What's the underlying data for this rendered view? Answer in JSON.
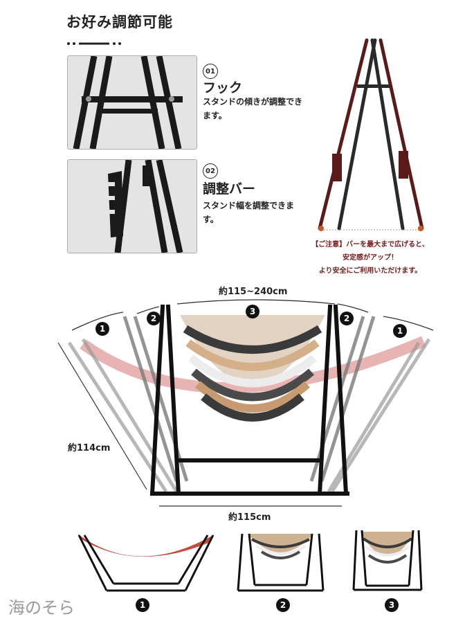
{
  "title": "お好み調節可能",
  "features": [
    {
      "num": "01",
      "title": "フック",
      "desc": "スタンドの傾きが調整できます。"
    },
    {
      "num": "02",
      "title": "調整バー",
      "desc": "スタンド幅を調整できます。"
    }
  ],
  "caution": {
    "line1": "【ご注意】バーを最大まで広げると、",
    "line2": "安定感がアップ！",
    "line3": "より安全にご利用いただけます。"
  },
  "dimensions": {
    "top": "約115~240cm",
    "height": "約114cm",
    "bottom": "約115cm"
  },
  "positions": [
    "1",
    "2",
    "3"
  ],
  "colors": {
    "frame": "#1a1a1a",
    "accent_red": "#b03030",
    "caution_text": "#7a1a1a"
  },
  "watermark": "海のそら"
}
